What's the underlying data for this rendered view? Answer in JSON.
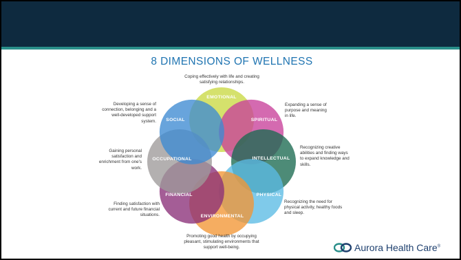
{
  "title": "8 DIMENSIONS OF WELLNESS",
  "dimensions": [
    {
      "label": "EMOTIONAL",
      "description": "Coping effectively with life and creating satisfying relationships.",
      "color": "#c9d843"
    },
    {
      "label": "SPIRITUAL",
      "description": "Expanding a sense of purpose and meaning in life.",
      "color": "#c8409a"
    },
    {
      "label": "INTELLECTUAL",
      "description": "Recognizing creative abilities and finding ways to expand knowledge and skills.",
      "color": "#1b6a51"
    },
    {
      "label": "PHYSICAL",
      "description": "Recognizing the need for physical activity, healthy foods and sleep.",
      "color": "#5bbbe4"
    },
    {
      "label": "ENVIRONMENTAL",
      "description": "Promoting good health by occupying pleasant, stimulating environments that support well-being.",
      "color": "#f29634"
    },
    {
      "label": "FINANCIAL",
      "description": "Finding satisfaction with current and future financial situations.",
      "color": "#8a2f79"
    },
    {
      "label": "OCCUPATIONAL",
      "description": "Gaining personal satisfaction and enrichment from one's work.",
      "color": "#9d9a9a"
    },
    {
      "label": "SOCIAL",
      "description": "Developing a sense of connection, belonging and a well-developed support system.",
      "color": "#3d8ad2"
    }
  ],
  "logo": {
    "text": "Aurora Health Care",
    "mark": "®",
    "color": "#1d3f6e",
    "icon": "aurora-logo-icon"
  }
}
